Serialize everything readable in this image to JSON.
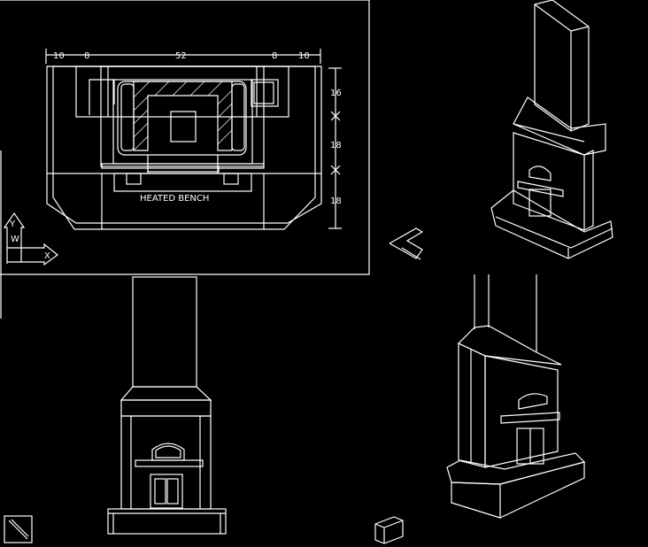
{
  "colors": {
    "background": "#000000",
    "linework": "#ffffff"
  },
  "plan_view": {
    "top_dimensions": [
      "10",
      "8",
      "52",
      "8",
      "10"
    ],
    "side_dimensions": [
      "16",
      "18",
      "18"
    ],
    "label": "HEATED BENCH"
  },
  "ucs_icon": {
    "y_label": "Y",
    "w_label": "W",
    "x_label": "X"
  },
  "icons": [
    "ucs-icon",
    "ucs-iso-icon",
    "paper-space-icon",
    "model-cube-icon"
  ]
}
